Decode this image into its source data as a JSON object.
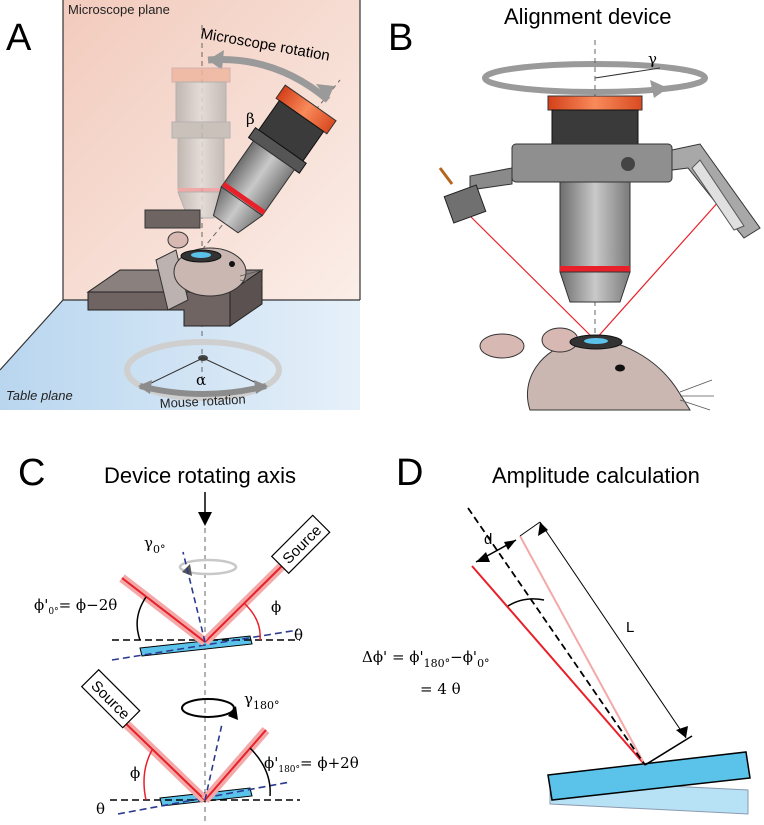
{
  "panels": {
    "A": {
      "letter": "A",
      "microscope_plane": "Microscope plane",
      "microscope_rotation": "Microscope rotation",
      "beta": "β",
      "alpha": "α",
      "mouse_rotation": "Mouse rotation",
      "table_plane": "Table plane"
    },
    "B": {
      "letter": "B",
      "title": "Alignment device",
      "gamma": "γ"
    },
    "C": {
      "letter": "C",
      "title": "Device rotating axis",
      "gamma0": "γ",
      "gamma0_sub": "0°",
      "gamma180": "γ",
      "gamma180_sub": "180°",
      "source_top": "Source",
      "source_bottom": "Source",
      "phi": "ϕ",
      "theta": "θ",
      "phi0_formula_left": "ϕ'",
      "phi0_formula_sub": "0°",
      "phi0_formula_right": "= ϕ−2θ",
      "phi180_formula_left": "ϕ'",
      "phi180_formula_sub": "180°",
      "phi180_formula_right": "= ϕ+2θ"
    },
    "D": {
      "letter": "D",
      "title": "Amplitude calculation",
      "d": "d",
      "L": "L",
      "eq_part1": "Δϕ' = ϕ'",
      "eq_sub1": "180°",
      "eq_part2": "−ϕ'",
      "eq_sub2": "0°",
      "eq_line2": "= 4 θ"
    }
  },
  "colors": {
    "laser_red": "#e8202a",
    "laser_glow": "#f4a9a9",
    "slide_blue": "#5bc3ea",
    "dashed_blue": "#2b3a8f",
    "plane_pink": "#f6ddd3",
    "plane_blue": "#c7dff2",
    "objective_orange": "#f05a28",
    "body_gray": "#8a8a8a"
  }
}
